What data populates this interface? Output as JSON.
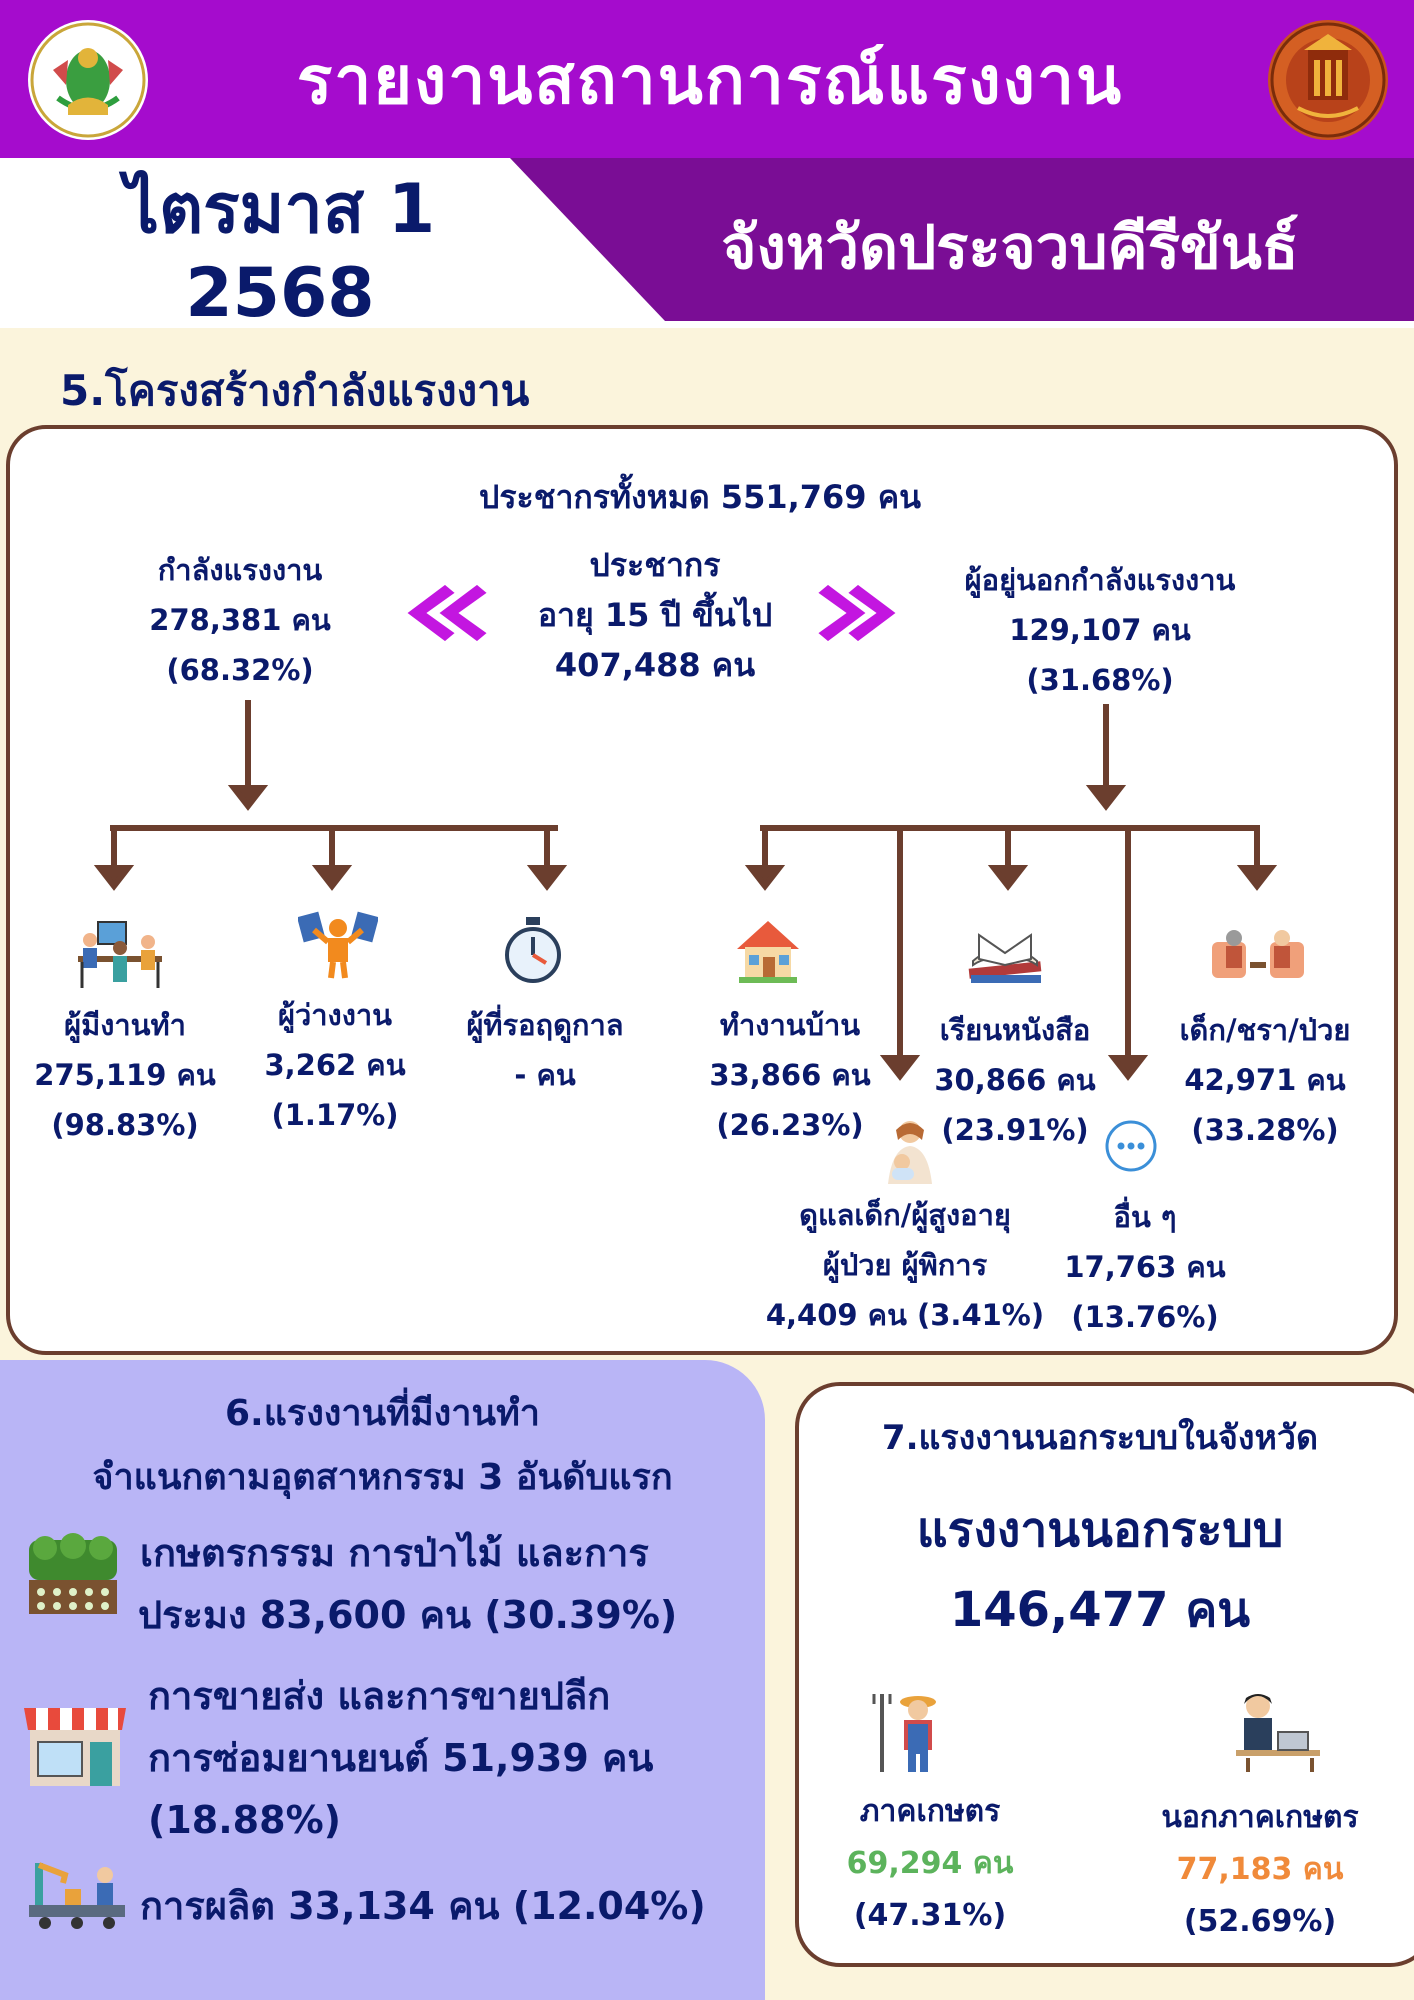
{
  "header": {
    "title": "รายงานสถานการณ์แรงงาน",
    "quarter_line1": "ไตรมาส 1",
    "quarter_line2": "2568",
    "province": "จังหวัดประจวบคีรีขันธ์"
  },
  "section5": {
    "title": "5.โครงสร้างกำลังแรงงาน",
    "total_population": "ประชากรทั้งหมด 551,769 คน",
    "population15": {
      "line1": "ประชากร",
      "line2": "อายุ 15 ปี ขึ้นไป",
      "line3": "407,488 คน"
    },
    "labor_force": {
      "label": "กำลังแรงงาน",
      "count": "278,381 คน",
      "pct": "(68.32%)"
    },
    "outside_labor_force": {
      "label": "ผู้อยู่นอกกำลังแรงงาน",
      "count": "129,107 คน",
      "pct": "(31.68%)"
    },
    "employed": {
      "label": "ผู้มีงานทำ",
      "count": "275,119 คน",
      "pct": "(98.83%)"
    },
    "unemployed": {
      "label": "ผู้ว่างงาน",
      "count": "3,262 คน",
      "pct": "(1.17%)"
    },
    "seasonal": {
      "label": "ผู้ที่รอฤดูกาล",
      "count": "- คน"
    },
    "housework": {
      "label": "ทำงานบ้าน",
      "count": "33,866 คน",
      "pct": "(26.23%)"
    },
    "caregiver": {
      "line1": "ดูแลเด็ก/ผู้สูงอายุ",
      "line2": "ผู้ป่วย ผู้พิการ",
      "line3": "4,409 คน (3.41%)"
    },
    "student": {
      "label": "เรียนหนังสือ",
      "count": "30,866 คน",
      "pct": "(23.91%)"
    },
    "others": {
      "label": "อื่น ๆ",
      "count": "17,763 คน",
      "pct": "(13.76%)"
    },
    "child_elder_sick": {
      "label": "เด็ก/ชรา/ป่วย",
      "count": "42,971 คน",
      "pct": "(33.28%)"
    },
    "colors": {
      "arrow": "#6b3e2e",
      "chevron": "#c316e0"
    }
  },
  "section6": {
    "title_line1": "6.แรงงานที่มีงานทำ",
    "title_line2": "จำแนกตามอุตสาหกรรม 3 อันดับแรก",
    "agri_line1": "เกษตรกรรม การป่าไม้ และการ",
    "agri_line2": "ประมง 83,600 คน (30.39%)",
    "trade_line1": "การขายส่ง และการขายปลีก",
    "trade_line2": "การซ่อมยานยนต์ 51,939 คน",
    "trade_line3": "(18.88%)",
    "manufacturing": "การผลิต 33,134 คน (12.04%)"
  },
  "section7": {
    "title": "7.แรงงานนอกระบบในจังหวัด",
    "headline1": "แรงงานนอกระบบ",
    "headline2": "146,477 คน",
    "agri": {
      "label": "ภาคเกษตร",
      "count": "69,294 คน",
      "pct": "(47.31%)",
      "color": "#5cb35c"
    },
    "nonagri": {
      "label": "นอกภาคเกษตร",
      "count": "77,183 คน",
      "pct": "(52.69%)",
      "color": "#f08a3a"
    }
  }
}
